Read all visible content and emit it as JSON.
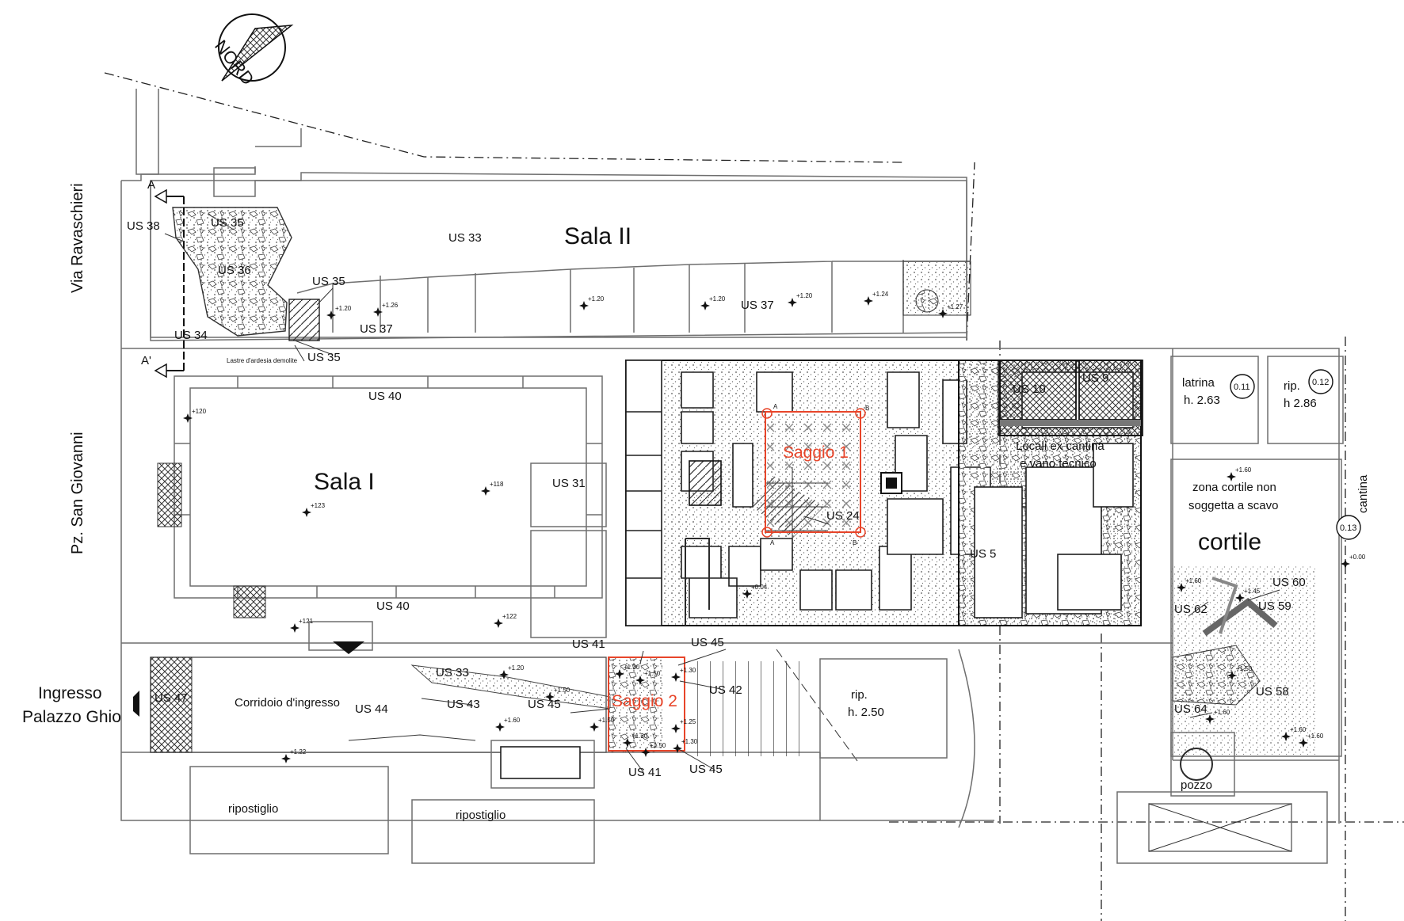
{
  "compass": {
    "label": "NORD"
  },
  "streets": {
    "via_ravaschieri": "Via Ravaschieri",
    "pz_san_giovanni": "Pz. San Giovanni",
    "ingresso_line1": "Ingresso",
    "ingresso_line2": "Palazzo Ghio"
  },
  "section_markers": {
    "a": "A",
    "a_prime": "A'"
  },
  "rooms": {
    "sala_2": "Sala II",
    "sala_1": "Sala I",
    "corridoio": "Corridoio d'ingresso",
    "ripostiglio_1": "ripostiglio",
    "ripostiglio_2": "ripostiglio",
    "rip_250_1": "rip.",
    "rip_250_2": "h. 2.50",
    "latrina_1": "latrina",
    "latrina_2": "h. 2.63",
    "rip_286_1": "rip.",
    "rip_286_2": "h 2.86",
    "locali_1": "Locali ex cantina",
    "locali_2": "e vano tecnico",
    "zona_1": "zona cortile non",
    "zona_2": "soggetta a scavo",
    "cortile": "cortile",
    "cantina": "cantina",
    "pozzo": "pozzo",
    "lastre": "Lastre d'ardesia demolite"
  },
  "saggi": {
    "saggio_1": "Saggio 1",
    "saggio_2": "Saggio 2",
    "corner_a": "A",
    "corner_b": "B",
    "corner_a2": "A",
    "corner_b2": "B",
    "color": "#e8452a"
  },
  "room_codes": {
    "c1": "0.11",
    "c2": "0.12",
    "c3": "0.13"
  },
  "us_labels": {
    "us38": "US 38",
    "us35a": "US 35",
    "us36": "US 36",
    "us33a": "US 33",
    "us35b": "US 35",
    "us34": "US 34",
    "us37a": "US 37",
    "us35c": "US 35",
    "us37b": "US 37",
    "us40a": "US 40",
    "us40b": "US 40",
    "us31": "US 31",
    "us24": "US 24",
    "us10": "US 10",
    "us9": "US 9",
    "us5": "US 5",
    "us60": "US 60",
    "us62": "US 62",
    "us59": "US 59",
    "us58": "US 58",
    "us64": "US 64",
    "us41a": "US 41",
    "us45a": "US 45",
    "us33b": "US 33",
    "us42": "US 42",
    "us47": "US 47",
    "us44": "US 44",
    "us43": "US 43",
    "us45b": "US 45",
    "us41b": "US 41",
    "us45c": "US 45"
  },
  "elevations": {
    "e1": "+1.20",
    "e2": "+1.26",
    "e3": "+1.20",
    "e4": "+1.20",
    "e5": "+1.20",
    "e6": "+1.24",
    "e7": "+1.27",
    "e8": "+120",
    "e9": "+123",
    "e10": "+118",
    "e11": "+121",
    "e12": "+122",
    "e13": "+0.04",
    "e14": "+1.60",
    "e15": "+0.00",
    "e16": "+1.60",
    "e17": "+1.45",
    "e18": "+1.50",
    "e19": "+1.60",
    "e20": "+1.60",
    "e21": "+1.60",
    "e22": "+1.22",
    "e23": "+1.20",
    "e24": "+1.50",
    "e25": "+1.60",
    "e26": "+1.50",
    "e27": "+1.30",
    "e28": "+1.50",
    "e29": "+1.30",
    "e30": "+1.25",
    "e31": "+1.30",
    "e32": "+1.30",
    "e33": "+1.50"
  }
}
